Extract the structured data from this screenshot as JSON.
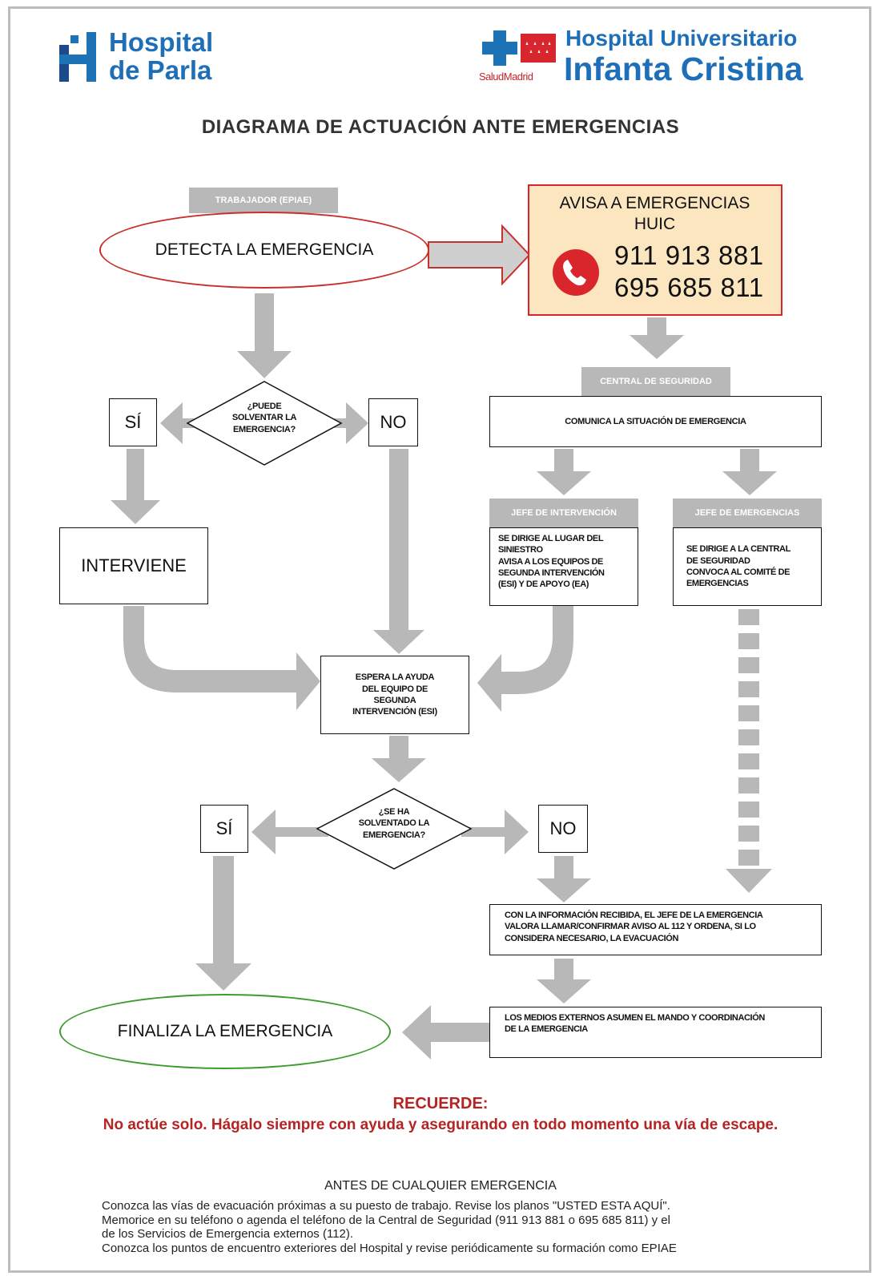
{
  "header": {
    "left_logo": {
      "line1": "Hospital",
      "line2": "de Parla",
      "icon": "hospital-h-icon"
    },
    "right_logo": {
      "salud": "SaludMadrid",
      "line1": "Hospital Universitario",
      "line2": "Infanta Cristina",
      "icon": "salud-madrid-cross-icon"
    },
    "title": "DIAGRAMA DE ACTUACIÓN ANTE  EMERGENCIAS"
  },
  "colors": {
    "arrow": "#b8b8b8",
    "red": "#d62a2a",
    "green": "#3e9b2f",
    "brand_blue": "#1e6fb8",
    "alert_fill": "#fbe6c0"
  },
  "flow": {
    "worker_tab": "TRABAJADOR (EPIAE)",
    "detect": "DETECTA LA EMERGENCIA",
    "alert": {
      "line1": "AVISA A EMERGENCIAS",
      "line2": "HUIC",
      "phone1": "911 913 881",
      "phone2": "695 685 811",
      "icon": "phone-icon"
    },
    "decision1": {
      "line1": "¿PUEDE",
      "line2": "SOLVENTAR LA",
      "line3": "EMERGENCIA?"
    },
    "yes1": "SÍ",
    "no1": "NO",
    "intervene": "INTERVIENE",
    "security_tab": "CENTRAL DE SEGURIDAD",
    "communicate": "COMUNICA LA SITUACIÓN DE EMERGENCIA",
    "intervention_chief_tab": "JEFE DE INTERVENCIÓN",
    "intervention_chief": {
      "line1": "SE DIRIGE AL LUGAR DEL",
      "line2": "SINIESTRO",
      "line3": "AVISA A LOS  EQUIPOS DE",
      "line4": "SEGUNDA INTERVENCIÓN",
      "line5": "(ESI) Y DE APOYO (EA)"
    },
    "emergency_chief_tab": "JEFE DE EMERGENCIAS",
    "emergency_chief": {
      "line1": "SE DIRIGE A LA CENTRAL",
      "line2": "DE SEGURIDAD",
      "line3": "CONVOCA AL COMITÉ DE",
      "line4": "EMERGENCIAS"
    },
    "wait": {
      "line1": "ESPERA LA AYUDA",
      "line2": "DEL  EQUIPO DE",
      "line3": "SEGUNDA",
      "line4": "INTERVENCIÓN (ESI)"
    },
    "decision2": {
      "line1": "¿SE HA",
      "line2": "SOLVENTADO LA",
      "line3": "EMERGENCIA?"
    },
    "yes2": "SÍ",
    "no2": "NO",
    "evaluate": {
      "line1": "CON LA INFORMACIÓN RECIBIDA, EL JEFE DE LA EMERGENCIA",
      "line2": "VALORA LLAMAR/CONFIRMAR AVISO AL 112 Y ORDENA, SI LO",
      "line3": "CONSIDERA NECESARIO, LA EVACUACIÓN"
    },
    "external": {
      "line1": "LOS MEDIOS EXTERNOS ASUMEN EL MANDO Y COORDINACIÓN",
      "line2": "DE LA EMERGENCIA"
    },
    "finish": "FINALIZA LA EMERGENCIA"
  },
  "footer": {
    "recuerde_title": "RECUERDE:",
    "recuerde_text": "No actúe solo. Hágalo siempre con ayuda y asegurando en todo momento una vía de escape.",
    "antes_title": "ANTES DE CUALQUIER EMERGENCIA",
    "antes_lines": [
      "Conozca las vías de evacuación próximas a su puesto de trabajo. Revise los planos \"USTED ESTA AQUÍ\".",
      "Memorice en su teléfono o agenda el teléfono de la Central de Seguridad (911 913 881 o 695 685 811) y el",
      "de los Servicios de Emergencia externos (112).",
      "Conozca los puntos de encuentro exteriores del Hospital y revise periódicamente su formación como EPIAE"
    ]
  }
}
